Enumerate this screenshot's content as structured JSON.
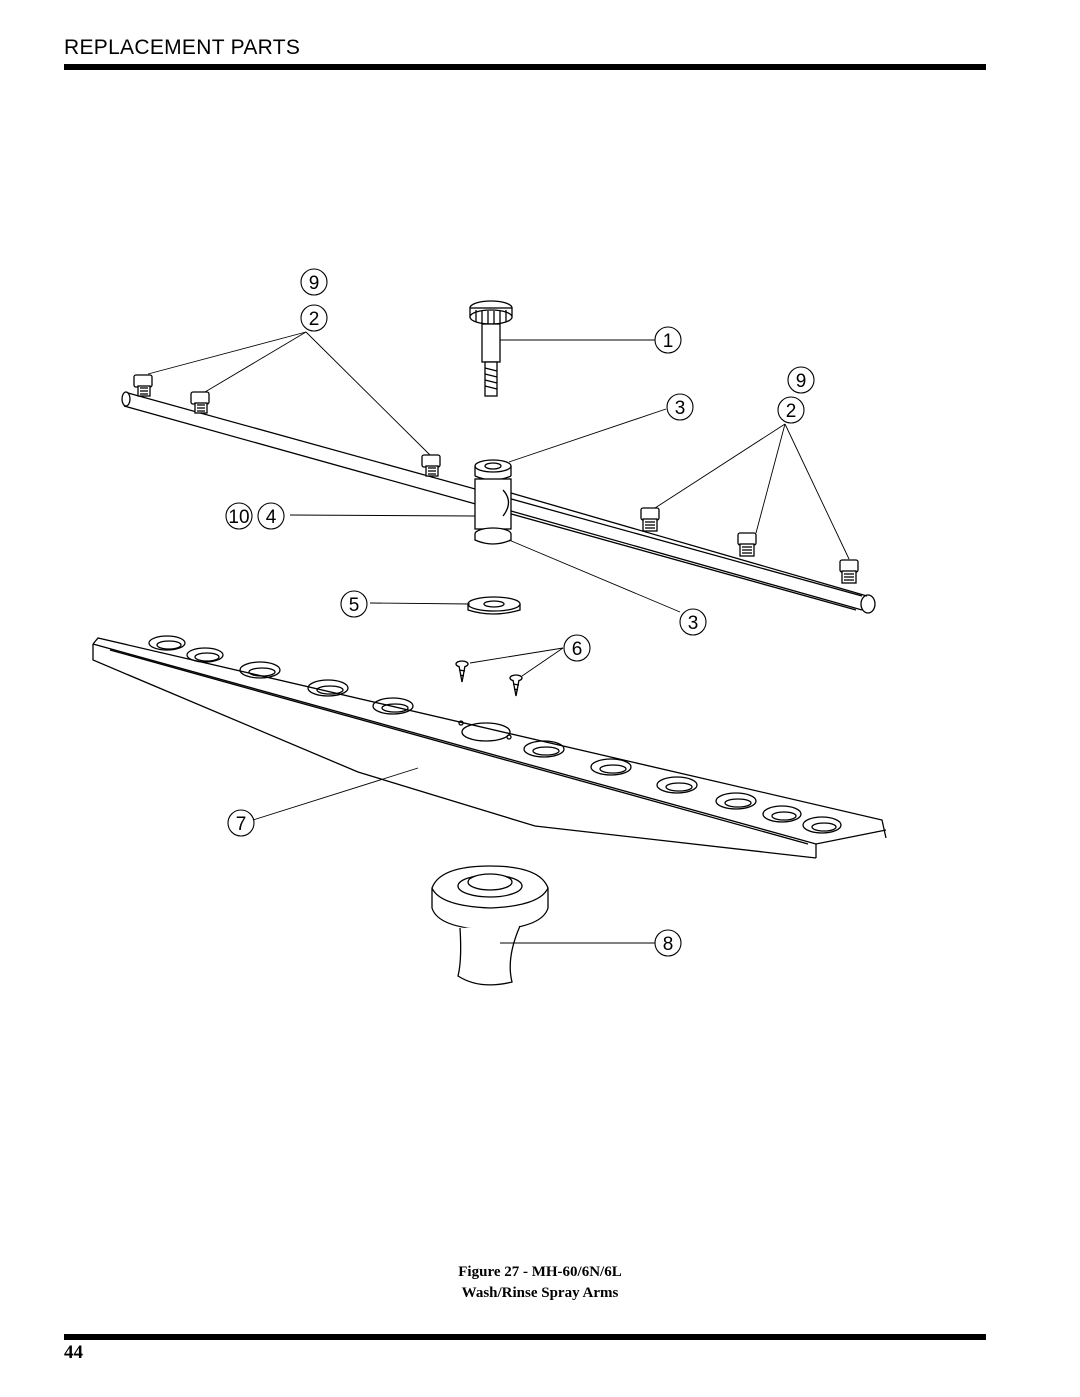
{
  "header": {
    "title": "REPLACEMENT PARTS"
  },
  "figure": {
    "caption_line1": "Figure 27 - MH-60/6N/6L",
    "caption_line2": "Wash/Rinse Spray Arms"
  },
  "callouts": {
    "c9a": "9",
    "c2a": "2",
    "c1": "1",
    "c9b": "9",
    "c3a": "3",
    "c2b": "2",
    "c10": "10",
    "c4": "4",
    "c5": "5",
    "c3b": "3",
    "c6": "6",
    "c7": "7",
    "c8": "8"
  },
  "page_number": "44"
}
